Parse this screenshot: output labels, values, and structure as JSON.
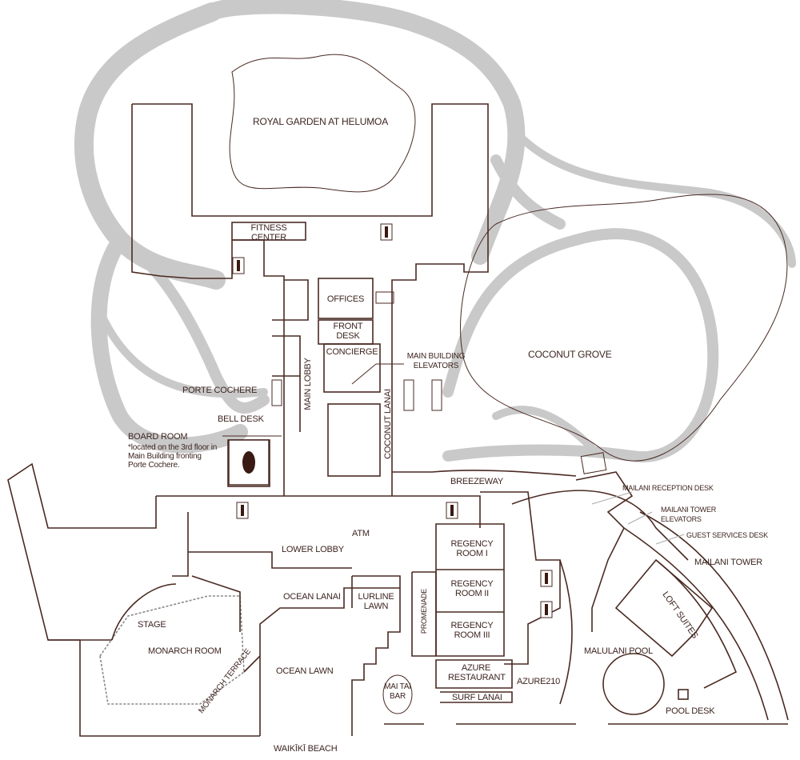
{
  "colors": {
    "line": "#4a2a22",
    "path": "#c9c9c9",
    "text": "#3d2520"
  },
  "labels": {
    "royal_garden": "ROYAL GARDEN AT HELUMOA",
    "fitness_center": "FITNESS CENTER",
    "offices": "OFFICES",
    "front_desk": "FRONT DESK",
    "concierge": "CONCIERGE",
    "main_building_elevators": "MAIN BUILDING ELEVATORS",
    "coconut_grove": "COCONUT GROVE",
    "porte_cochere": "PORTE COCHERE",
    "bell_desk": "BELL DESK",
    "main_lobby": "MAIN LOBBY",
    "coconut_lanai": "COCONUT LANAI",
    "board_room": "BOARD ROOM",
    "board_room_note": "*located on the 3rd floor in Main Building fronting Porte Cochere.",
    "breezeway": "BREEZEWAY",
    "atm": "ATM",
    "lower_lobby": "LOWER LOBBY",
    "regency_1": "REGENCY ROOM I",
    "regency_2": "REGENCY ROOM II",
    "regency_3": "REGENCY ROOM III",
    "promenade": "PROMENADE",
    "ocean_lanai": "OCEAN LANAI",
    "lurline_lawn": "LURLINE LAWN",
    "stage": "STAGE",
    "monarch_room": "MONARCH ROOM",
    "monarch_terrace": "MONARCH TERRACE",
    "ocean_lawn": "OCEAN LAWN",
    "mai_tai_bar": "MAI TAI BAR",
    "azure_restaurant": "AZURE RESTAURANT",
    "azure210": "AZURE210",
    "surf_lanai": "SURF LANAI",
    "waikiki_beach": "WAIKĪKĪ BEACH",
    "mailani_reception": "MAILANI RECEPTION DESK",
    "mailani_elevators": "MAILANI TOWER ELEVATORS",
    "guest_services": "GUEST SERVICES DESK",
    "mailani_tower": "MAILANI TOWER",
    "loft_suites": "LOFT SUITES",
    "malulani_pool": "MALULANI POOL",
    "pool_desk": "POOL DESK"
  },
  "icons": [
    "restroom-icon",
    "elevator-icon",
    "stairs-icon"
  ]
}
